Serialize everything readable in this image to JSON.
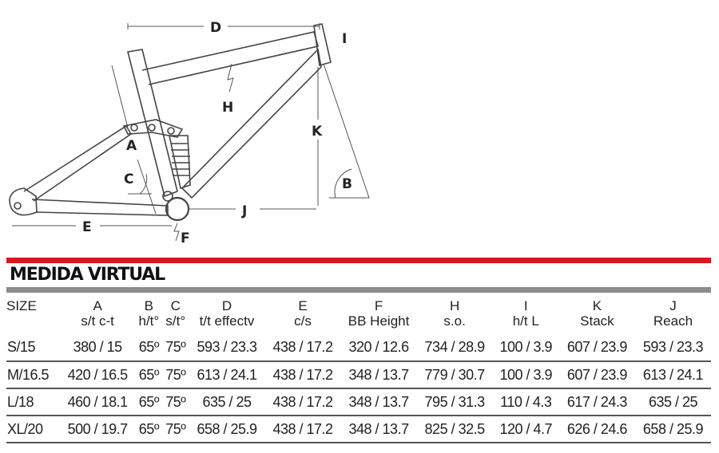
{
  "diagram": {
    "labels": {
      "A": "A",
      "B": "B",
      "C": "C",
      "D": "D",
      "E": "E",
      "F": "F",
      "H": "H",
      "I": "I",
      "J": "J",
      "K": "K"
    }
  },
  "title": "MEDIDA VIRTUAL",
  "colors": {
    "accent": "#d71920",
    "divider": "#8c8c8c"
  },
  "table": {
    "headers": [
      {
        "letter": "SIZE",
        "sub": ""
      },
      {
        "letter": "A",
        "sub": "s/t c-t"
      },
      {
        "letter": "B",
        "sub": "h/t°"
      },
      {
        "letter": "C",
        "sub": "s/t°"
      },
      {
        "letter": "D",
        "sub": "t/t effectv"
      },
      {
        "letter": "E",
        "sub": "c/s"
      },
      {
        "letter": "F",
        "sub": "BB Height"
      },
      {
        "letter": "H",
        "sub": "s.o."
      },
      {
        "letter": "I",
        "sub": "h/t L"
      },
      {
        "letter": "K",
        "sub": "Stack"
      },
      {
        "letter": "J",
        "sub": "Reach"
      }
    ],
    "rows": [
      [
        "S/15",
        "380 / 15",
        "65º",
        "75º",
        "593 / 23.3",
        "438 / 17.2",
        "320 / 12.6",
        "734 / 28.9",
        "100 / 3.9",
        "607 / 23.9",
        "593 / 23.3"
      ],
      [
        "M/16.5",
        "420 / 16.5",
        "65º",
        "75º",
        "613 / 24.1",
        "438 / 17.2",
        "348 / 13.7",
        "779 / 30.7",
        "100 / 3.9",
        "607 / 23.9",
        "613 / 24.1"
      ],
      [
        "L/18",
        "460 / 18.1",
        "65º",
        "75º",
        "635 / 25",
        "438 / 17.2",
        "348 / 13.7",
        "795 / 31.3",
        "110 / 4.3",
        "617 / 24.3",
        "635 / 25"
      ],
      [
        "XL/20",
        "500 / 19.7",
        "65º",
        "75º",
        "658 / 25.9",
        "438 / 17.2",
        "348 / 13.7",
        "825 / 32.5",
        "120 / 4.7",
        "626 / 24.6",
        "658 / 25.9"
      ]
    ]
  }
}
